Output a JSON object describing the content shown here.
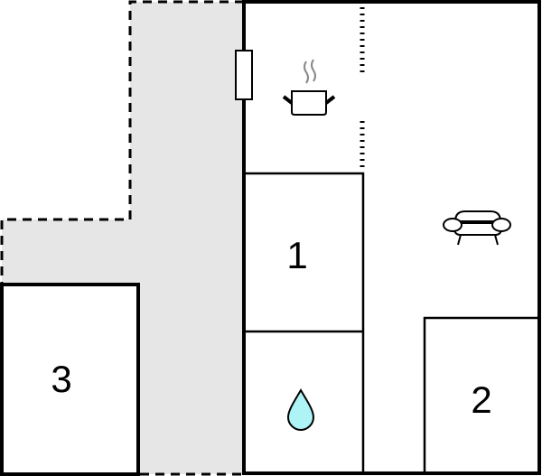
{
  "diagram": {
    "type": "floor-plan",
    "colors": {
      "wall": "#000000",
      "terrace_fill": "#e6e6e6",
      "room_fill": "#ffffff",
      "water_drop": "#aef4f7",
      "steam": "#888888"
    },
    "rooms": [
      {
        "id": "bedroom-1",
        "label": "1"
      },
      {
        "id": "bedroom-2",
        "label": "2"
      },
      {
        "id": "bedroom-3",
        "label": "3"
      }
    ],
    "areas": [
      {
        "id": "terrace",
        "description": "outdoor terrace (dashed outline, grey)"
      },
      {
        "id": "kitchen",
        "icon": "cooking-pot-icon"
      },
      {
        "id": "living-room",
        "icon": "sofa-icon"
      },
      {
        "id": "bathroom",
        "icon": "water-drop-icon"
      }
    ],
    "symbols": [
      {
        "id": "door",
        "description": "door on exterior wall"
      },
      {
        "id": "partition-upper",
        "description": "dashed partition"
      },
      {
        "id": "partition-lower",
        "description": "dashed partition"
      }
    ]
  }
}
